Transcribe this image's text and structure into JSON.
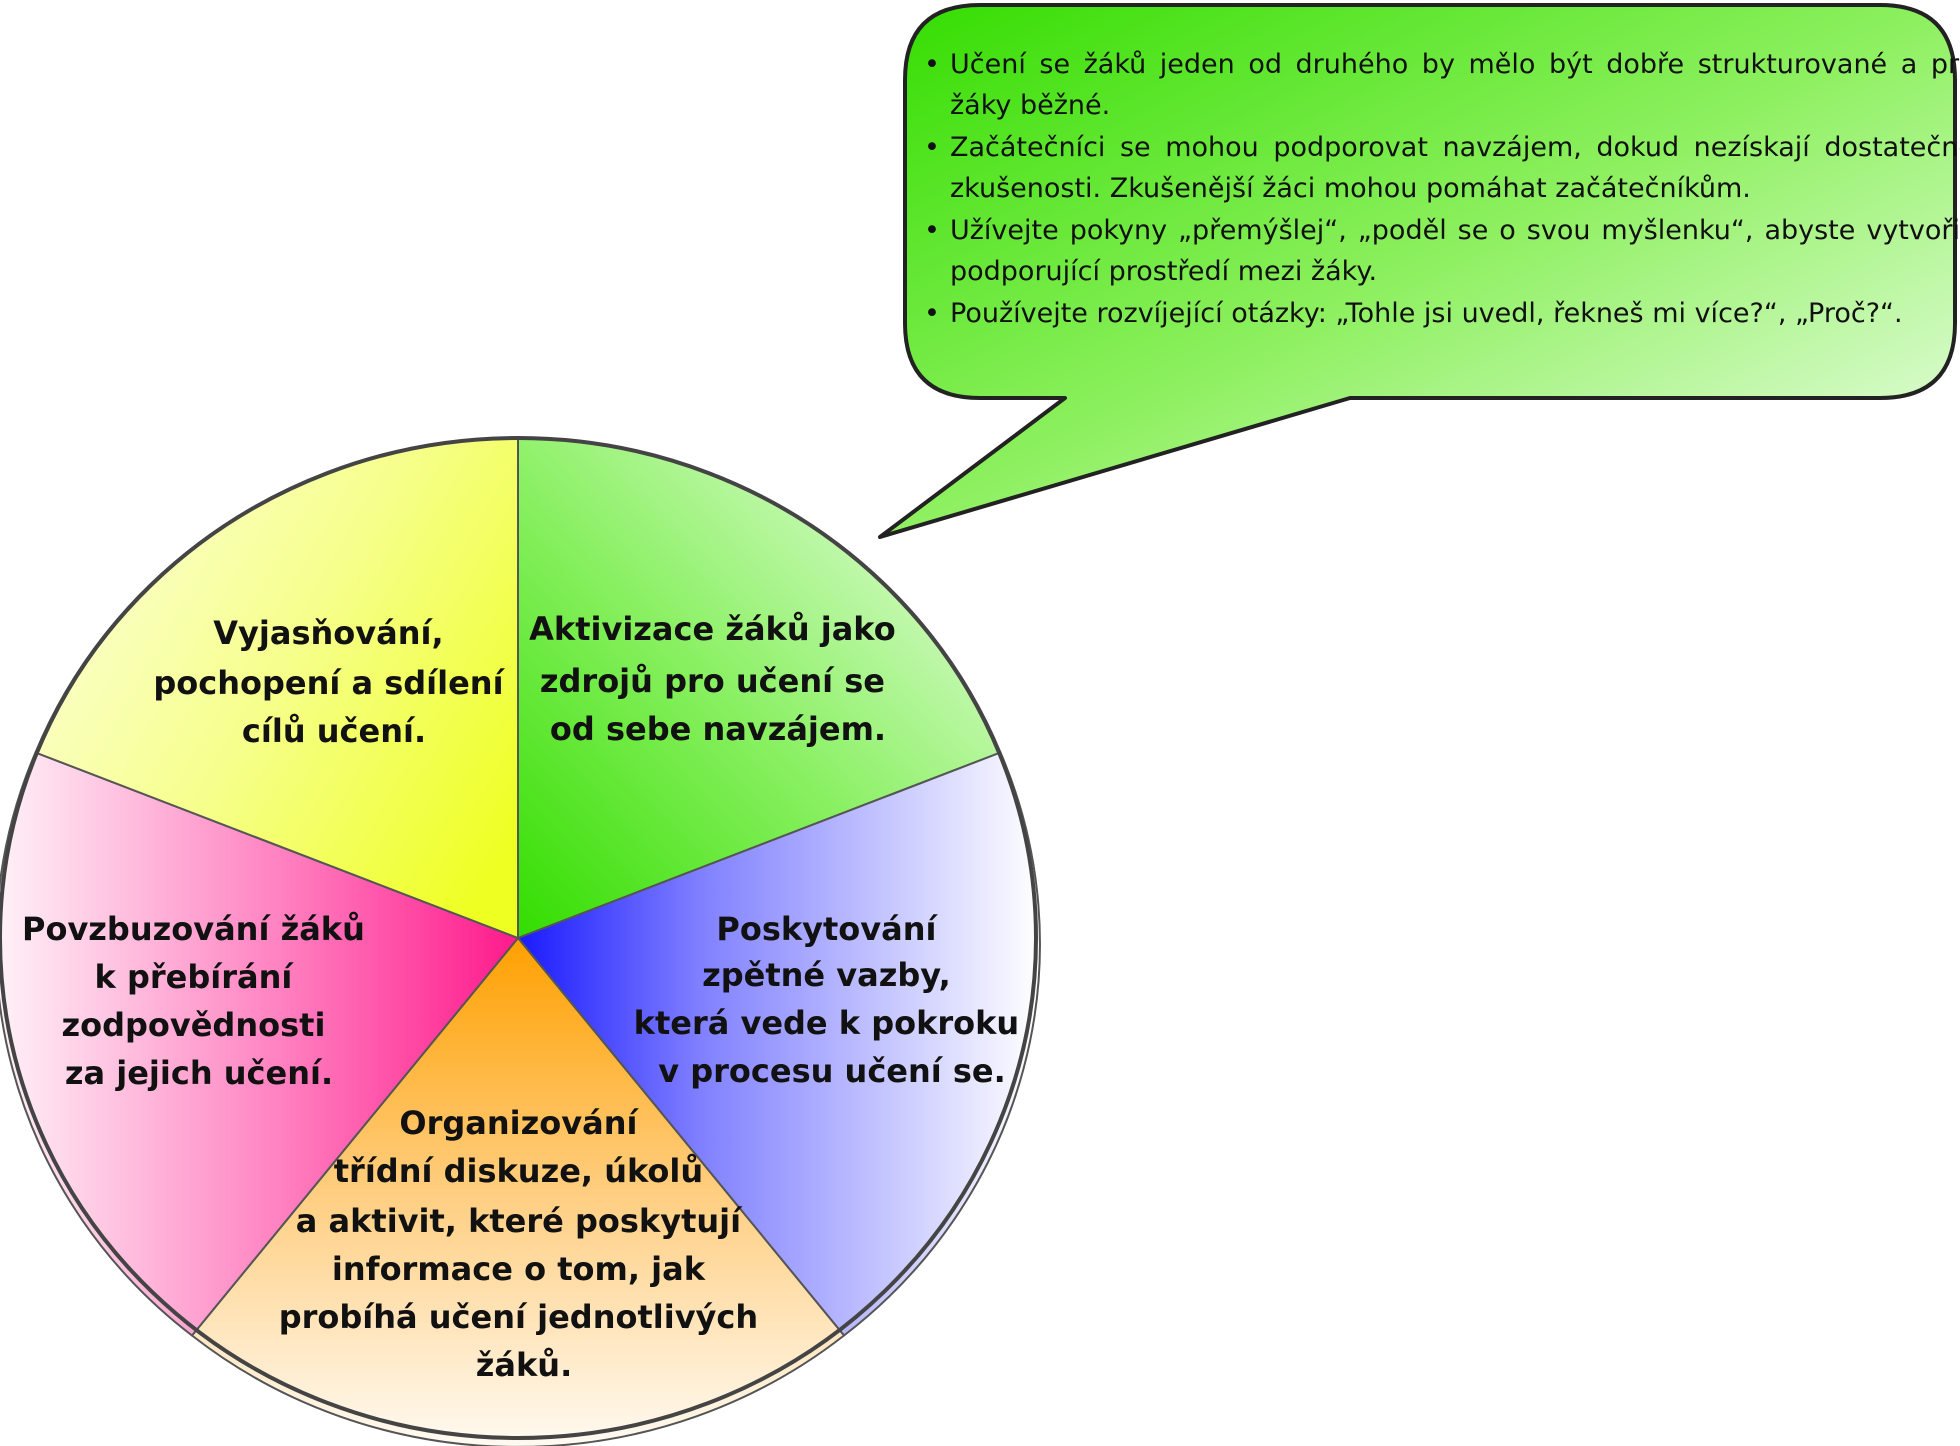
{
  "colors": {
    "green": "#33dd00",
    "blue": "#1a1aff",
    "orange": "#ffa000",
    "pink": "#ff1a8c",
    "yellow": "#eeff22",
    "outline": "#444444"
  },
  "segments": [
    {
      "id": "green",
      "lines": [
        "Aktivizace žáků jako",
        "zdrojů pro učení se",
        "od sebe navzájem."
      ]
    },
    {
      "id": "blue",
      "lines": [
        "Poskytování",
        "zpětné vazby,",
        "která vede k pokroku",
        "v procesu učení se."
      ]
    },
    {
      "id": "orange",
      "lines": [
        "Organizování",
        "třídní diskuze, úkolů",
        "a aktivit, které poskytují",
        "informace o tom, jak",
        "probíhá učení jednotlivých",
        "žáků."
      ]
    },
    {
      "id": "pink",
      "lines": [
        "Povzbuzování žáků",
        "k přebírání",
        "zodpovědnosti",
        "za jejich učení."
      ]
    },
    {
      "id": "yellow",
      "lines": [
        "Vyjasňování,",
        "pochopení a sdílení",
        "cílů učení."
      ]
    }
  ],
  "callout": {
    "bullets": [
      "Učení se žáků jeden od druhého by mělo být dobře strukturované a pro žáky běžné.",
      "Začátečníci se mohou podporovat navzájem, dokud nezískají dostatečné zkušenosti. Zkušenější žáci mohou pomáhat začátečníkům.",
      "Užívejte pokyny „přemýšlej“, „poděl se o svou myšlenku“, abyste vytvořili podporující prostředí mezi žáky.",
      "Používejte rozvíjející otázky: „Tohle jsi uvedl, řekneš mi více?“, „Proč?“."
    ]
  }
}
